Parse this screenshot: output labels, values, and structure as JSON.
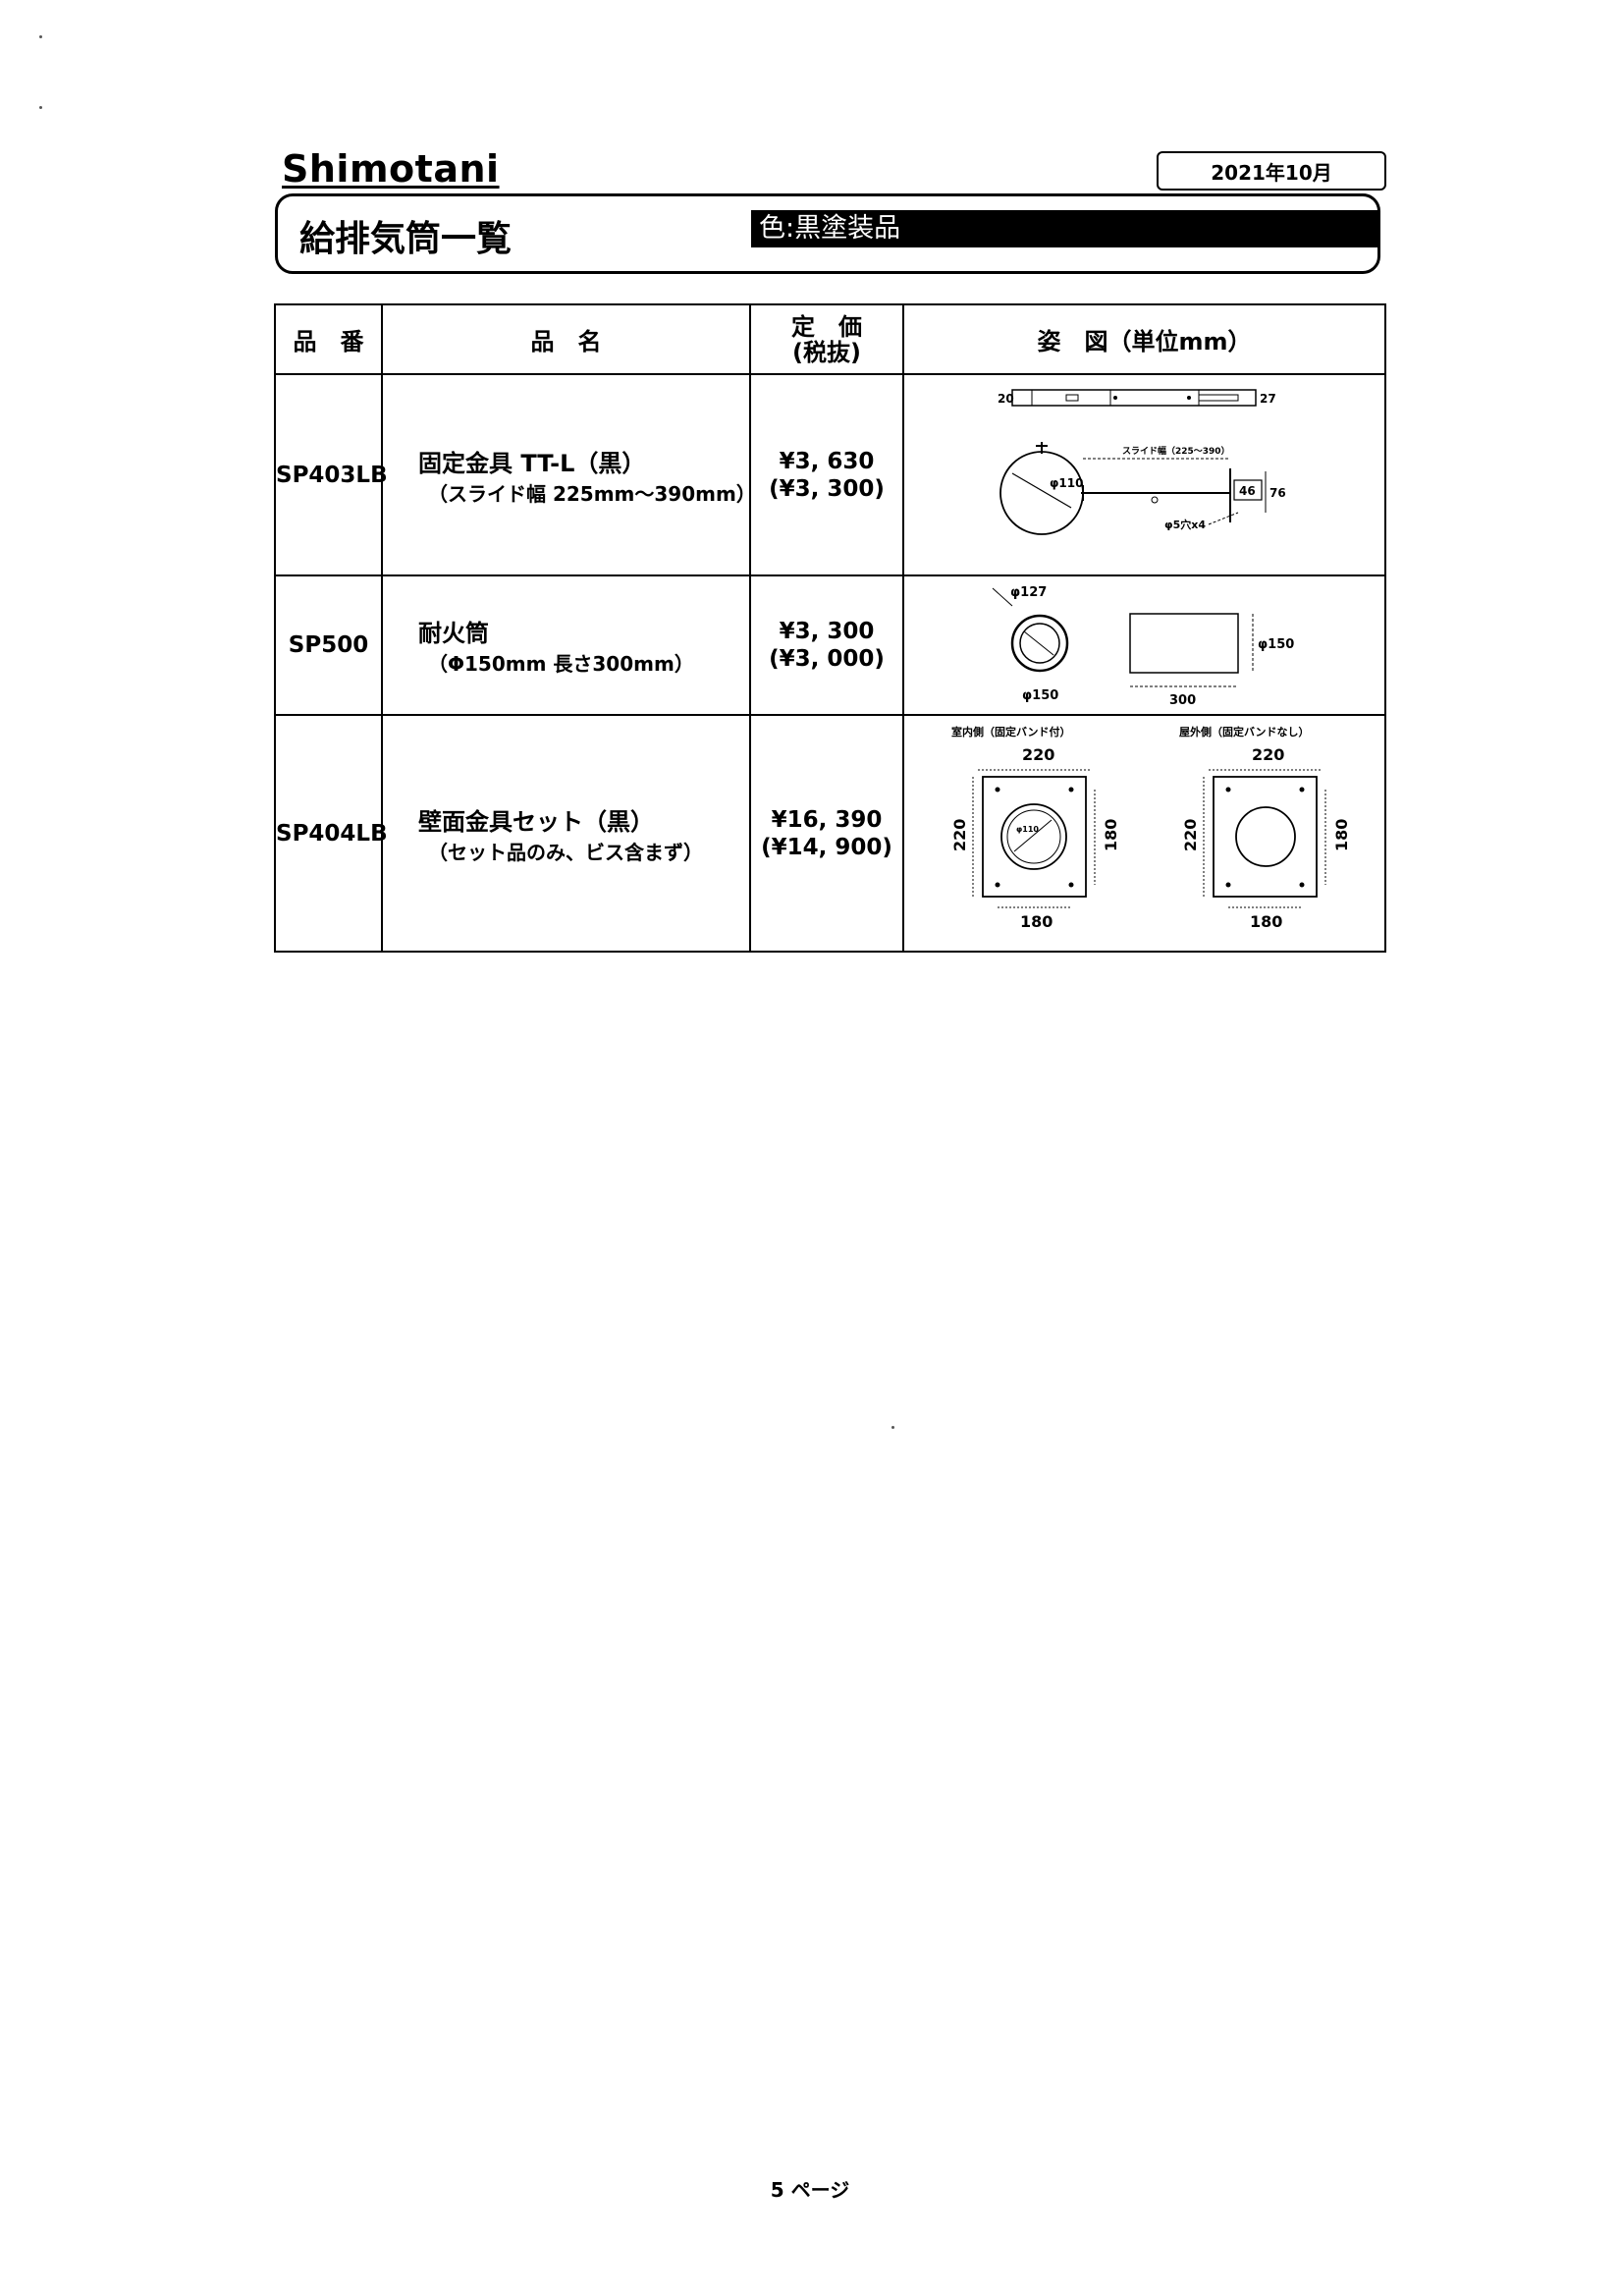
{
  "header": {
    "brand": "Shimotani",
    "date": "2021年10月",
    "title": "給排気筒一覧",
    "color_label": "色:黒塗装品"
  },
  "table": {
    "headers": {
      "code": "品　番",
      "name": "品　名",
      "price_line1": "定　価",
      "price_line2": "(税抜)",
      "figure": "姿　図（単位mm）"
    },
    "rows": [
      {
        "code": "SP403LB",
        "name": "固定金具 TT-L（黒）",
        "sub": "（スライド幅 225mm～390mm）",
        "price_incl": "¥3, 630",
        "price_excl": "(¥3, 300)",
        "fig": {
          "left_dim": "20",
          "right_dim": "27",
          "slide_label": "スライド幅（225～390）",
          "circle_dim": "φ110",
          "dim_46": "46",
          "dim_76": "76",
          "holes": "φ5穴x4"
        }
      },
      {
        "code": "SP500",
        "name": "耐火筒",
        "sub": "（Φ150mm 長さ300mm）",
        "price_incl": "¥3, 300",
        "price_excl": "(¥3, 000)",
        "fig": {
          "inner_dim": "φ127",
          "outer_dim": "φ150",
          "side_dim": "φ150",
          "length_dim": "300"
        }
      },
      {
        "code": "SP404LB",
        "name": "壁面金具セット（黒）",
        "sub": "（セット品のみ、ビス含まず）",
        "price_incl": "¥16, 390",
        "price_excl": "(¥14, 900)",
        "fig": {
          "indoor_label": "室内側（固定バンド付）",
          "outdoor_label": "屋外側（固定バンドなし）",
          "top_dim": "220",
          "left_dim": "220",
          "right_dim": "180",
          "bottom_dim": "180",
          "circle_dim": "φ110"
        }
      }
    ]
  },
  "footer": {
    "page": "5 ページ"
  }
}
